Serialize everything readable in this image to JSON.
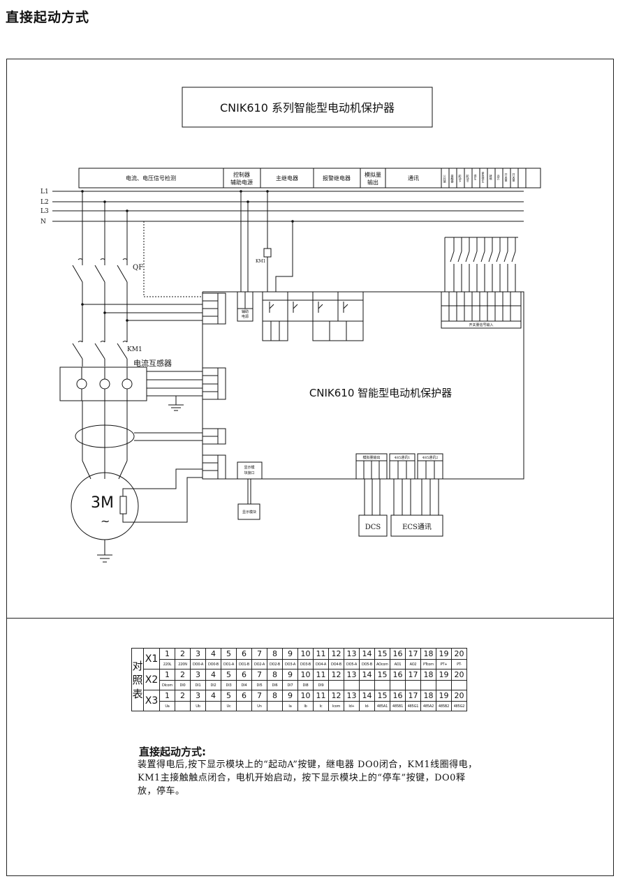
{
  "page_title": "直接起动方式",
  "device_title": "CNIK610 系列智能型电动机保护器",
  "device_name": "CNIK610 智能型电动机保护器",
  "header_sections": {
    "signal": "电流、电压信号检测",
    "ctrl_line1": "控制器",
    "ctrl_line2": "辅助电源",
    "main_relay": "主继电器",
    "alarm_relay": "报警继电器",
    "analog_line1": "模拟量",
    "analog_line2": "输出",
    "comm": "通讯",
    "small": [
      "公共端",
      "接触器",
      "起动A",
      "起动B",
      "停车",
      "紧急停车",
      "就地",
      "远方",
      "开关量",
      "开关量"
    ]
  },
  "lines": [
    "L1",
    "L2",
    "L3",
    "N"
  ],
  "labels": {
    "qf": "QF",
    "km1": "KM1",
    "km1_coil": "KM1",
    "ct": "电流互感器",
    "motor": "3M",
    "motor_tilde": "~",
    "display_port_1": "显示模",
    "display_port_2": "块接口",
    "display_module": "显示模块",
    "dcs": "DCS",
    "ecs": "ECS通讯",
    "aux_power_1": "辅助",
    "aux_power_2": "电源",
    "analog_block": "模拟量输出",
    "rs485_1": "485通讯1",
    "rs485_2": "485通讯2",
    "di_block": "开关量信号输入"
  },
  "xref": {
    "side": [
      "对",
      "照",
      "表"
    ],
    "rows": [
      {
        "name": "X1",
        "nums": [
          "1",
          "2",
          "3",
          "4",
          "5",
          "6",
          "7",
          "8",
          "9",
          "10",
          "11",
          "12",
          "13",
          "14",
          "15",
          "16",
          "17",
          "18",
          "19",
          "20"
        ],
        "vals": [
          "220L",
          "220N",
          "DO0-A",
          "DO0-B",
          "DO1-A",
          "DO1-B",
          "DO2-A",
          "DO2-B",
          "DO3-A",
          "DO3-B",
          "DO4-A",
          "DO4-B",
          "DO5-A",
          "DO5-B",
          "AOcom",
          "AO1",
          "AO2",
          "PTcom",
          "PT+",
          "PT-"
        ]
      },
      {
        "name": "X2",
        "nums": [
          "1",
          "2",
          "3",
          "4",
          "5",
          "6",
          "7",
          "8",
          "9",
          "10",
          "11",
          "12",
          "13",
          "14",
          "15",
          "16",
          "17",
          "18",
          "19",
          "20"
        ],
        "vals": [
          "DIcom",
          "DI0",
          "DI1",
          "DI2",
          "DI3",
          "DI4",
          "DI5",
          "DI6",
          "DI7",
          "DI8",
          "DI9",
          "",
          "",
          "",
          "",
          "",
          "",
          "",
          "",
          ""
        ]
      },
      {
        "name": "X3",
        "nums": [
          "1",
          "2",
          "3",
          "4",
          "5",
          "6",
          "7",
          "8",
          "9",
          "10",
          "11",
          "12",
          "13",
          "14",
          "15",
          "16",
          "17",
          "18",
          "19",
          "20"
        ],
        "vals": [
          "Ua",
          "",
          "Ub",
          "",
          "Uc",
          "",
          "Un",
          "",
          "Ia",
          "Ib",
          "Ic",
          "Icom",
          "Id+",
          "Id-",
          "485A1",
          "485B1",
          "485G1",
          "485A2",
          "485B2",
          "485G2"
        ]
      }
    ]
  },
  "note": {
    "title": "直接起动方式:",
    "body": "装置得电后,按下显示模块上的“起动A”按键，继电器 DO0闭合，KM1线圈得电，KM1主接触触点闭合，电机开始启动，按下显示模块上的“停车”按键，DO0释放，停车。"
  }
}
